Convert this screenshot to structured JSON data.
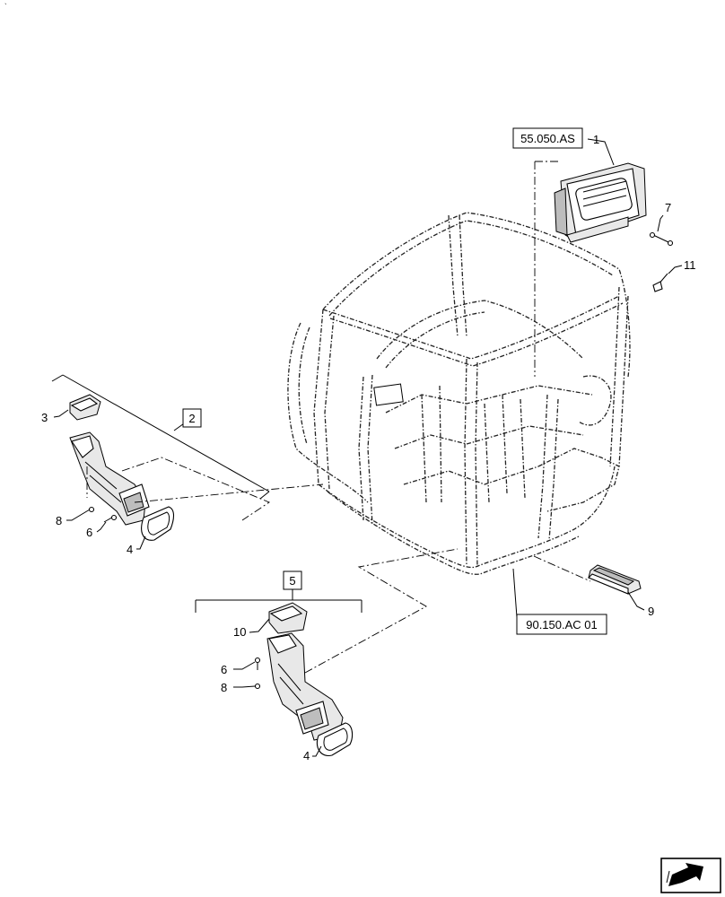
{
  "callouts": {
    "c1": "1",
    "c2": "2",
    "c3": "3",
    "c4a": "4",
    "c4b": "4",
    "c5": "5",
    "c6a": "6",
    "c6b": "6",
    "c7": "7",
    "c8a": "8",
    "c8b": "8",
    "c9": "9",
    "c10": "10",
    "c11": "11"
  },
  "references": {
    "ref_top": "55.050.AS",
    "ref_bottom": "90.150.AC 01"
  },
  "icons": {
    "corner": "page-forward-arrow-icon",
    "tiny_mark": "corner-mark-icon"
  }
}
